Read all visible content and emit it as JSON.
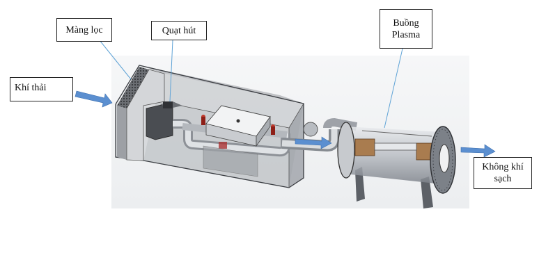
{
  "labels": {
    "filter": "Màng lọc",
    "fan": "Quạt hút",
    "exhaust": "Khí thải",
    "plasma_line1": "Buồng",
    "plasma_line2": "Plasma",
    "clean_line1": "Không khí",
    "clean_line2": "sạch"
  },
  "colors": {
    "arrow": "#5b8fd0",
    "leader": "#5fa3d6",
    "box_fill": "#c9cbcf",
    "box_edge": "#3a3d42"
  }
}
